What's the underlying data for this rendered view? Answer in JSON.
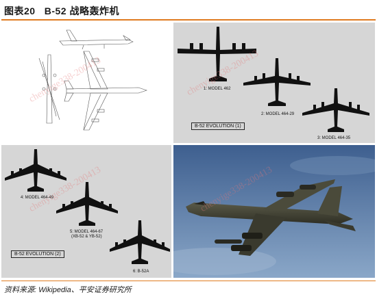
{
  "title": {
    "figure_no": "图表20",
    "caption": "B-52 战略轰炸机"
  },
  "evolution_1": {
    "box_label": "B-52 EVOLUTION (1)",
    "models": [
      {
        "label": "1: MODEL 462"
      },
      {
        "label": "2: MODEL 464-29"
      },
      {
        "label": "3: MODEL 464-35"
      }
    ]
  },
  "evolution_2": {
    "box_label": "B-52 EVOLUTION (2)",
    "models": [
      {
        "label": "4: MODEL 464-49"
      },
      {
        "label": "5: MODEL 464-67",
        "sublabel": "(XB-52 & YB-52)"
      },
      {
        "label": "6: B-52A"
      }
    ]
  },
  "watermark_text": "chenyige338-200413",
  "source": "资料来源: Wikipedia、平安证券研究所",
  "colors": {
    "accent": "#e07a1f",
    "panel_grey": "#d6d6d6",
    "silhouette": "#111111",
    "sky": "#5e7fa8"
  }
}
